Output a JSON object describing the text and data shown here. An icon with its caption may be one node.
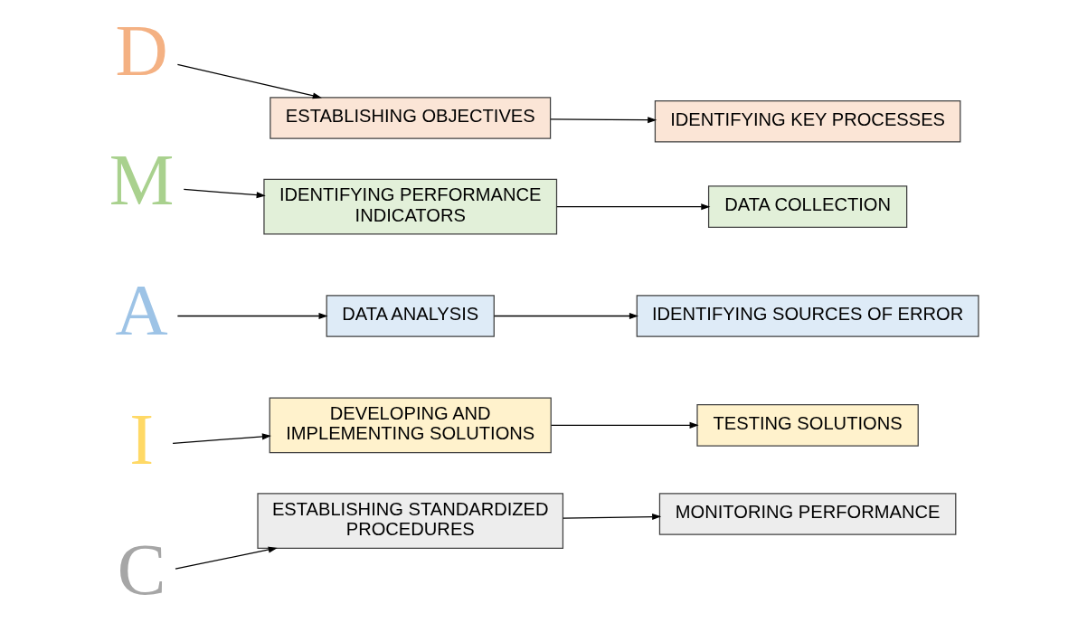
{
  "diagram": {
    "nodes": [
      {
        "text": [
          "D"
        ]
      },
      {
        "text": [
          "ESTABLISHING OBJECTIVES"
        ]
      },
      {
        "text": [
          "IDENTIFYING KEY PROCESSES"
        ]
      },
      {
        "text": [
          "M"
        ]
      },
      {
        "text": [
          "IDENTIFYING PERFORMANCE INDICATORS"
        ]
      },
      {
        "text": [
          "DATA COLLECTION"
        ]
      },
      {
        "text": [
          "A"
        ]
      },
      {
        "text": [
          "DATA ANALYSIS"
        ]
      },
      {
        "text": [
          "IDENTIFYING SOURCES OF ERROR"
        ]
      },
      {
        "text": [
          "I"
        ]
      },
      {
        "text": [
          "DEVELOPING AND IMPLEMENTING SOLUTIONS"
        ]
      },
      {
        "text": [
          "TESTING SOLUTIONS"
        ]
      },
      {
        "text": [
          "C"
        ]
      },
      {
        "text": [
          "ESTABLISHING STANDARDIZED PROCEDURES"
        ]
      },
      {
        "text": [
          "MONITORING PERFORMANCE"
        ]
      }
    ],
    "edges": [
      {
        "from": 0,
        "to": 1,
        "arrow": "to"
      },
      {
        "from": 1,
        "to": 2,
        "arrow": "to"
      },
      {
        "from": 3,
        "to": 4,
        "arrow": "to"
      },
      {
        "from": 4,
        "to": 5,
        "arrow": "to"
      },
      {
        "from": 6,
        "to": 7,
        "arrow": "to"
      },
      {
        "from": 7,
        "to": 8,
        "arrow": "to"
      },
      {
        "from": 9,
        "to": 10,
        "arrow": "to"
      },
      {
        "from": 10,
        "to": 11,
        "arrow": "to"
      },
      {
        "from": 12,
        "to": 13,
        "arrow": "to"
      },
      {
        "from": 13,
        "to": 14,
        "arrow": "to"
      }
    ]
  }
}
